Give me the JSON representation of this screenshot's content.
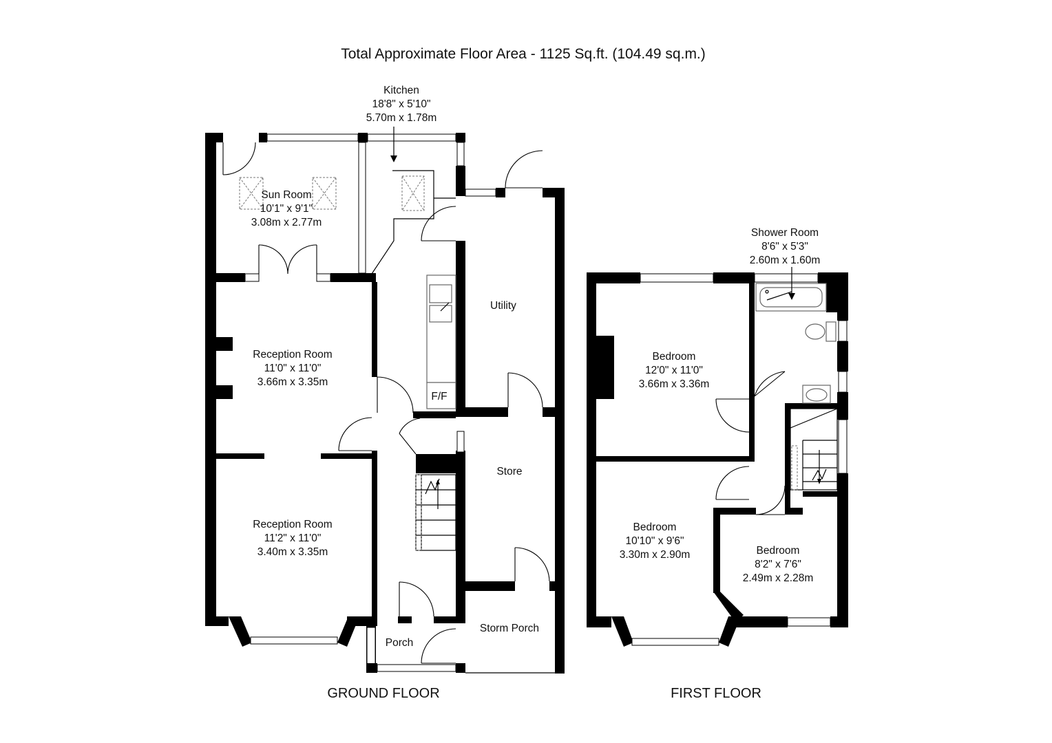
{
  "title": "Total Approximate Floor Area - 1125 Sq.ft. (104.49 sq.m.)",
  "ground_floor": {
    "label": "GROUND FLOOR",
    "rooms": {
      "kitchen": {
        "name": "Kitchen",
        "imperial": "18'8\" x 5'10\"",
        "metric": "5.70m x 1.78m"
      },
      "sun_room": {
        "name": "Sun Room",
        "imperial": "10'1\" x 9'1\"",
        "metric": "3.08m x 2.77m"
      },
      "reception_1": {
        "name": "Reception Room",
        "imperial": "11'0\" x 11'0\"",
        "metric": "3.66m x 3.35m"
      },
      "reception_2": {
        "name": "Reception Room",
        "imperial": "11'2\" x 11'0\"",
        "metric": "3.40m x 3.35m"
      },
      "utility": {
        "name": "Utility"
      },
      "store": {
        "name": "Store"
      },
      "storm_porch": {
        "name": "Storm Porch"
      },
      "porch": {
        "name": "Porch"
      },
      "fridge_freezer": "F/F"
    }
  },
  "first_floor": {
    "label": "FIRST FLOOR",
    "rooms": {
      "shower_room": {
        "name": "Shower Room",
        "imperial": "8'6\" x 5'3\"",
        "metric": "2.60m x 1.60m"
      },
      "bedroom_1": {
        "name": "Bedroom",
        "imperial": "12'0\" x 11'0\"",
        "metric": "3.66m x 3.36m"
      },
      "bedroom_2": {
        "name": "Bedroom",
        "imperial": "10'10\" x 9'6\"",
        "metric": "3.30m x 2.90m"
      },
      "bedroom_3": {
        "name": "Bedroom",
        "imperial": "8'2\" x 7'6\"",
        "metric": "2.49m x 2.28m"
      }
    }
  }
}
